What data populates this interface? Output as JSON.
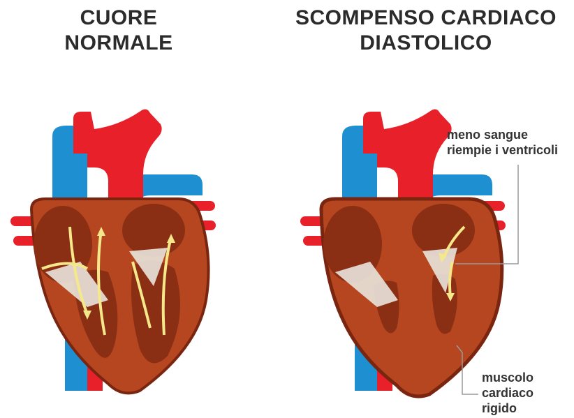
{
  "left_panel": {
    "title_line1": "CUORE",
    "title_line2": "NORMALE"
  },
  "right_panel": {
    "title_line1": "SCOMPENSO CARDIACO",
    "title_line2": "DIASTOLICO",
    "callout_top_line1": "meno sangue",
    "callout_top_line2": "riempie i ventricoli",
    "callout_bottom_line1": "muscolo",
    "callout_bottom_line2": "cardiaco",
    "callout_bottom_line3": "rigido"
  },
  "colors": {
    "artery_red": "#e8202a",
    "vein_blue": "#1e8fd0",
    "muscle_brown": "#b5461f",
    "chamber_dark": "#8a2e14",
    "outline": "#7a2510",
    "valve_white": "#e9e4dc",
    "flow_arrow": "#f4e88a",
    "leader_line": "#9a9a9a"
  }
}
